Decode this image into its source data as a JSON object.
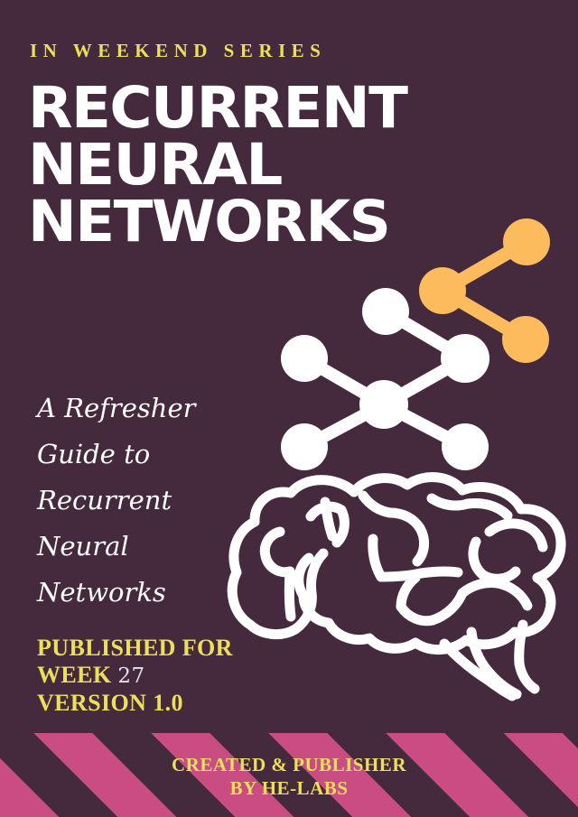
{
  "colors": {
    "background": "#452a3e",
    "accent_yellow": "#ece05a",
    "accent_pink": "#c94c83",
    "accent_orange": "#fcbc5e",
    "white": "#ffffff",
    "number_light": "#e4e1ee"
  },
  "header": {
    "kicker": "IN WEEKEND SERIES"
  },
  "title": {
    "lines": [
      "RECURRENT",
      "NEURAL",
      "NETWORKS"
    ]
  },
  "subtitle": {
    "lines": [
      "A Refresher",
      "Guide to",
      "Recurrent",
      "Neural",
      "Networks"
    ]
  },
  "publication": {
    "published_for": "PUBLISHED FOR",
    "week_label": "WEEK",
    "week_number": "27",
    "version_label": "VERSION",
    "version_number": "1.0"
  },
  "artwork": {
    "share_icon_name": "share-network-icon",
    "network_icon_name": "neural-network-nodes-icon",
    "brain_icon_name": "brain-outline-icon"
  },
  "footer": {
    "lines": [
      "CREATED & PUBLISHER",
      "BY HE-LABS"
    ]
  }
}
